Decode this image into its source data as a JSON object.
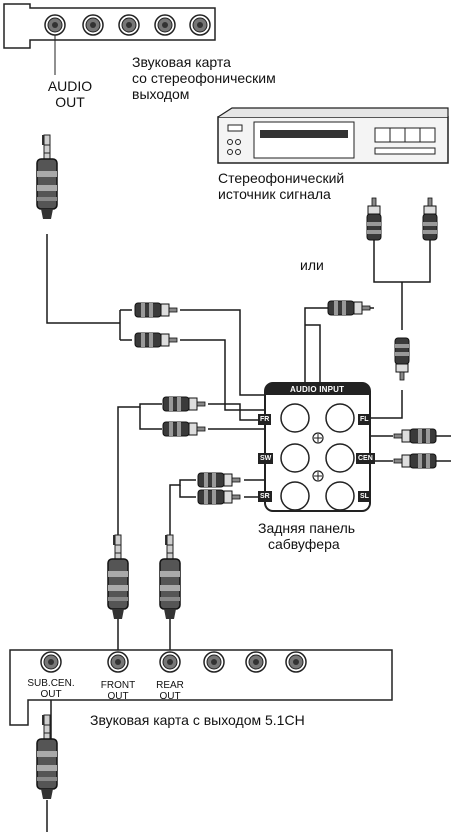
{
  "top_card": {
    "audio_out_line1": "AUDIO",
    "audio_out_line2": "OUT",
    "caption_line1": "Звуковая карта",
    "caption_line2": "со стереофоническим",
    "caption_line3": "выходом"
  },
  "stereo_source": {
    "caption_line1": "Стереофонический",
    "caption_line2": "источник сигнала",
    "or_label": "или"
  },
  "sub_panel": {
    "title": "AUDIO INPUT",
    "tags": {
      "fr": "FR",
      "fl": "FL",
      "sw": "SW",
      "cen": "CEN",
      "sr": "SR",
      "sl": "SL"
    },
    "caption_line1": "Задняя панель",
    "caption_line2": "сабвуфера"
  },
  "bottom_card": {
    "sub_cen_line1": "SUB.CEN.",
    "sub_cen_line2": "OUT",
    "front_line1": "FRONT",
    "front_line2": "OUT",
    "rear_line1": "REAR",
    "rear_line2": "OUT",
    "caption": "Звуковая карта с выходом 5.1CH"
  },
  "colors": {
    "line": "#1a1a1a",
    "jack_fill": "#8a8a8a",
    "panel_dark": "#222222"
  }
}
